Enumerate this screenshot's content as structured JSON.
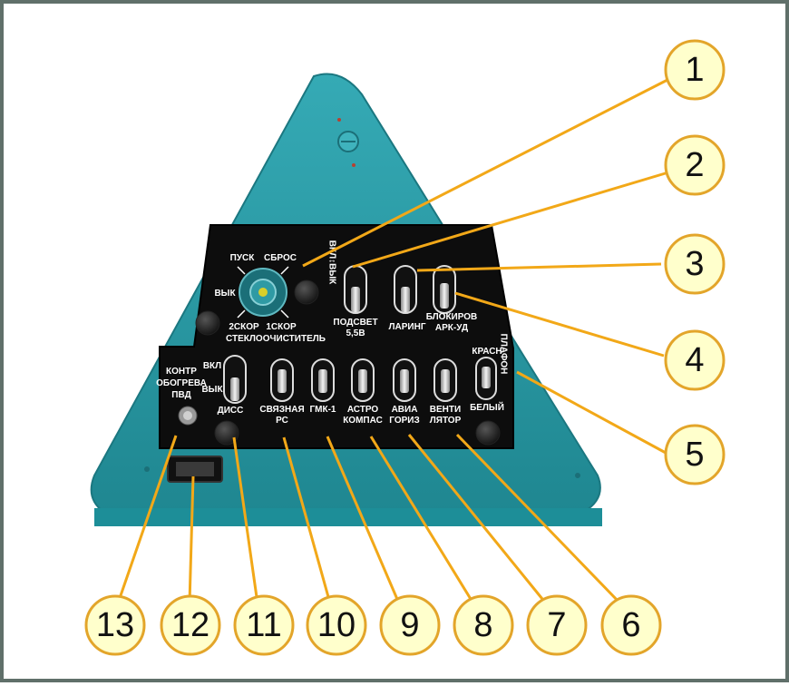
{
  "labels": {
    "pusk": "ПУСК",
    "sbros": "СБРОС",
    "vyk": "ВЫК",
    "two_skor": "2СКОР",
    "one_skor": "1СКОР",
    "steklo": "СТЕКЛООЧИСТИТЕЛЬ",
    "vkl_vyk_vertical": "ВКЛ↕ВЫК",
    "podsvet_1": "ПОДСВЕТ",
    "podsvet_2": "5,5В",
    "laring": "ЛАРИНГ",
    "blokirov_1": "БЛОКИРОВ",
    "blokirov_2": "АРК-УД",
    "krasn": "КРАСН",
    "belyi": "БЕЛЫЙ",
    "plafon": "ПЛАФОН",
    "kontr_1": "КОНТР",
    "kontr_2": "ОБОГРЕВА",
    "kontr_3": "ПВД",
    "vkl": "ВКЛ",
    "vyk2": "ВЫК",
    "dvig": "ДИСС",
    "svyaz_1": "СВЯЗНАЯ",
    "svyaz_2": "РС",
    "gmk": "ГМК-1",
    "astro_1": "АСТРО",
    "astro_2": "КОМПАС",
    "avia_1": "АВИА",
    "avia_2": "ГОРИЗ",
    "venti_1": "ВЕНТИ",
    "venti_2": "ЛЯТОР"
  },
  "callouts": [
    "1",
    "2",
    "3",
    "4",
    "5",
    "6",
    "7",
    "8",
    "9",
    "10",
    "11",
    "12",
    "13"
  ],
  "colors": {
    "panel_teal": "#2b98a3",
    "panel_dark": "#0d0d0d",
    "callout_fill": "#ffffcc",
    "callout_stroke": "#e3a52a",
    "leader": "#f2a818",
    "frame": "#60706a"
  }
}
